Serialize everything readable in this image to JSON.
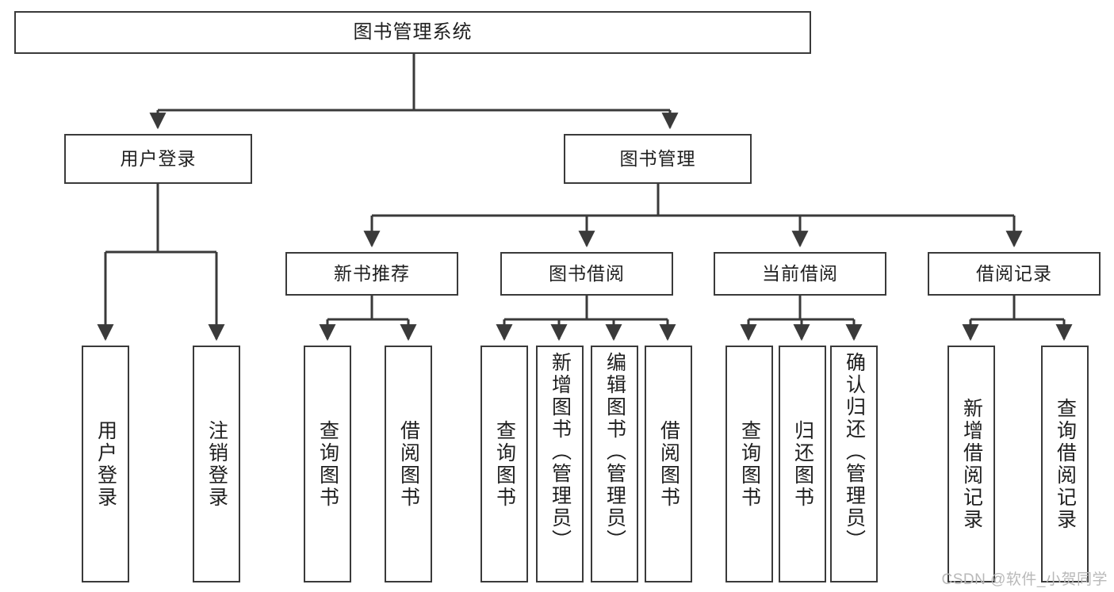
{
  "diagram": {
    "type": "tree-hierarchy",
    "title": "图书管理系统",
    "watermark": "CSDN @软件_小贺同学",
    "colors": {
      "box_border": "#3a3a3a",
      "box_fill": "#ffffff",
      "edge": "#3a3a3a",
      "text": "#1f1f1f",
      "watermark": "#b9b9b9"
    },
    "levels": {
      "root": {
        "label": "图书管理系统"
      },
      "level2": [
        {
          "label": "用户登录"
        },
        {
          "label": "图书管理"
        }
      ],
      "level3": [
        {
          "label": "新书推荐"
        },
        {
          "label": "图书借阅"
        },
        {
          "label": "当前借阅"
        },
        {
          "label": "借阅记录"
        }
      ],
      "leaves": {
        "user_login": [
          {
            "label": "用户登录"
          },
          {
            "label": "注销登录"
          }
        ],
        "new_book_recommend": [
          {
            "label": "查询图书"
          },
          {
            "label": "借阅图书"
          }
        ],
        "book_borrow": [
          {
            "label": "查询图书"
          },
          {
            "label": "新增图书（管理员）"
          },
          {
            "label": "编辑图书（管理员）"
          },
          {
            "label": "借阅图书"
          }
        ],
        "current_borrow": [
          {
            "label": "查询图书"
          },
          {
            "label": "归还图书"
          },
          {
            "label": "确认归还（管理员）"
          }
        ],
        "borrow_record": [
          {
            "label": "新增借阅记录"
          },
          {
            "label": "查询借阅记录"
          }
        ]
      }
    }
  }
}
